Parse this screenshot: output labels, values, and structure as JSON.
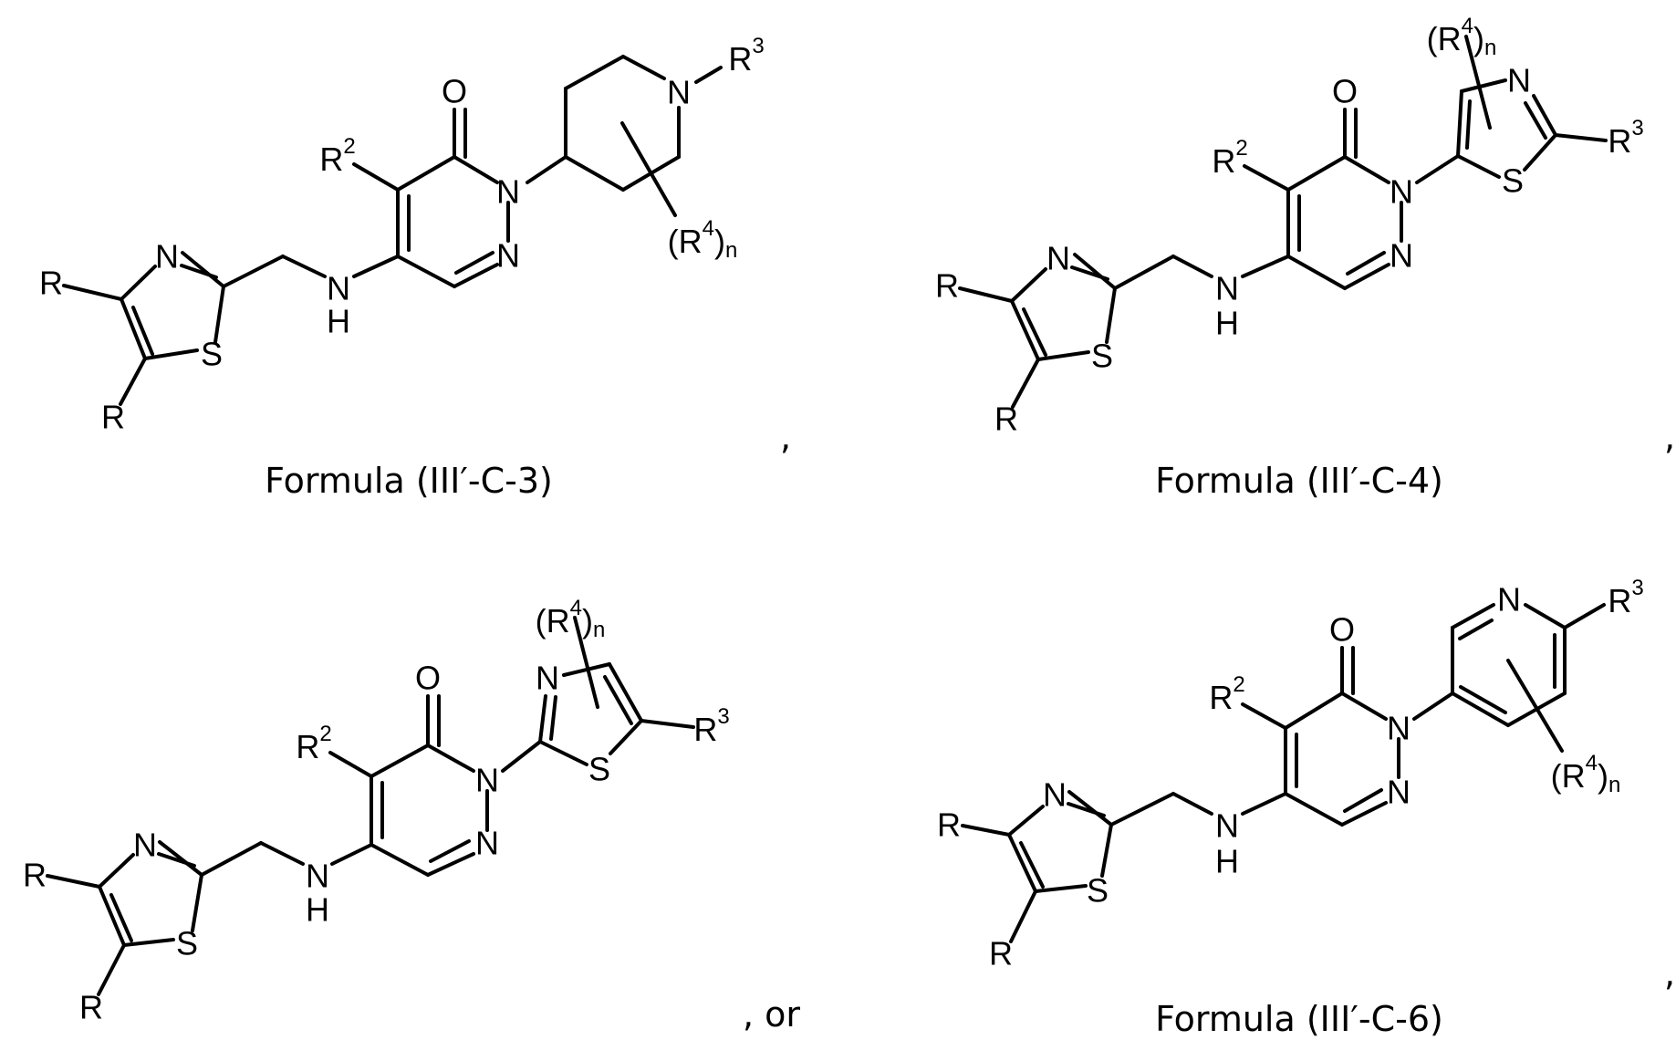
{
  "panels": [
    {
      "caption": "Formula (III′-C-3)",
      "trailing": ",",
      "atoms": {
        "O": "O",
        "N1": "N",
        "N2": "N",
        "NH_N": "N",
        "NH_H": "H",
        "thz_N": "N",
        "thz_S": "S",
        "R_a": "R",
        "R_b": "R",
        "R2": "R",
        "R2_sup": "2",
        "ring_N": "N",
        "R3": "R",
        "R3_sup": "3",
        "R4_open": "(R",
        "R4_sup": "4",
        "R4_close": ")",
        "R4_sub": "n"
      },
      "substituent_ring": "piperidine"
    },
    {
      "caption": "Formula (III′-C-4)",
      "trailing": ",",
      "atoms": {
        "O": "O",
        "N1": "N",
        "N2": "N",
        "NH_N": "N",
        "NH_H": "H",
        "thz_N": "N",
        "thz_S": "S",
        "R_a": "R",
        "R_b": "R",
        "R2": "R",
        "R2_sup": "2",
        "ring_N": "N",
        "ring_S": "S",
        "R3": "R",
        "R3_sup": "3",
        "R4_open": "(R",
        "R4_sup": "4",
        "R4_close": ")",
        "R4_sub": "n"
      },
      "substituent_ring": "thiazol-5-yl"
    },
    {
      "caption": "",
      "trailing": ", or",
      "atoms": {
        "O": "O",
        "N1": "N",
        "N2": "N",
        "NH_N": "N",
        "NH_H": "H",
        "thz_N": "N",
        "thz_S": "S",
        "R_a": "R",
        "R_b": "R",
        "R2": "R",
        "R2_sup": "2",
        "ring_N": "N",
        "ring_S": "S",
        "R3": "R",
        "R3_sup": "3",
        "R4_open": "(R",
        "R4_sup": "4",
        "R4_close": ")",
        "R4_sub": "n"
      },
      "substituent_ring": "thiazol-2-yl"
    },
    {
      "caption": "Formula (III′-C-6)",
      "trailing": ",",
      "atoms": {
        "O": "O",
        "N1": "N",
        "N2": "N",
        "NH_N": "N",
        "NH_H": "H",
        "thz_N": "N",
        "thz_S": "S",
        "R_a": "R",
        "R_b": "R",
        "R2": "R",
        "R2_sup": "2",
        "ring_N": "N",
        "R3": "R",
        "R3_sup": "3",
        "R4_open": "(R",
        "R4_sup": "4",
        "R4_close": ")",
        "R4_sub": "n"
      },
      "substituent_ring": "pyridin-3-yl"
    }
  ]
}
